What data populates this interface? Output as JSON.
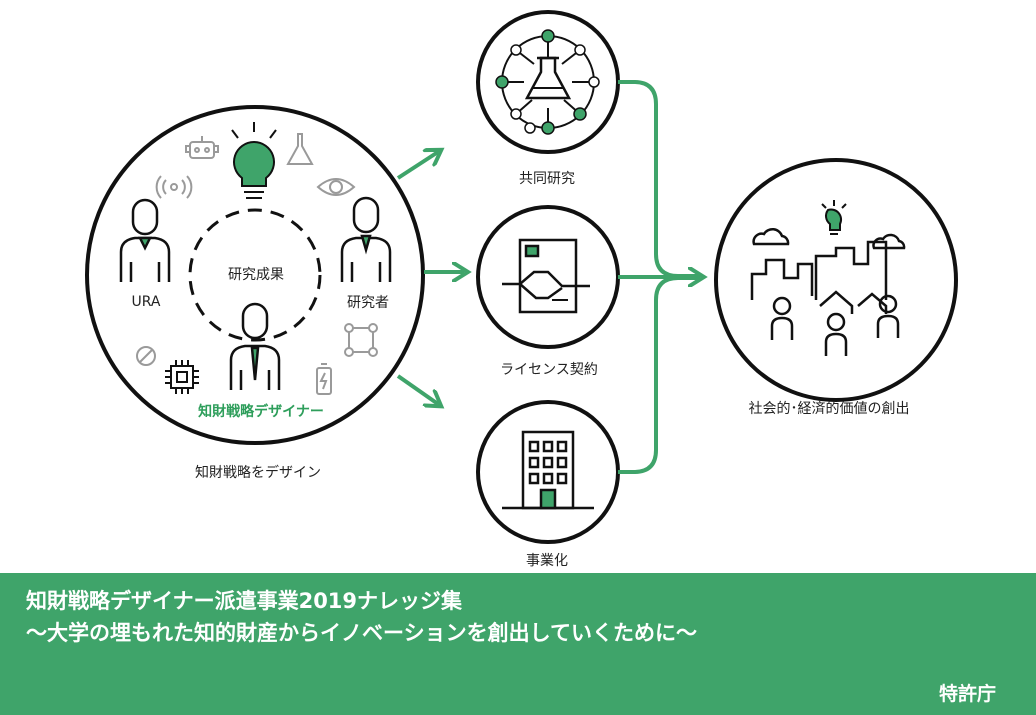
{
  "colors": {
    "accent": "#3fa46a",
    "line": "#111111",
    "gray": "#9a9a9a"
  },
  "diagram": {
    "left_circle": {
      "inner_label": "研究成果",
      "ura_label": "URA",
      "researcher_label": "研究者",
      "designer_label": "知財戦略デザイナー",
      "caption": "知財戦略をデザイン"
    },
    "middle": [
      {
        "label": "共同研究",
        "icon": "flask-network-icon"
      },
      {
        "label": "ライセンス契約",
        "icon": "handshake-contract-icon"
      },
      {
        "label": "事業化",
        "icon": "building-icon"
      }
    ],
    "right_circle": {
      "label": "社会的･経済的価値の創出",
      "icon": "city-people-icon"
    }
  },
  "banner": {
    "title_line1": "知財戦略デザイナー派遣事業2019ナレッジ集",
    "title_line2": "～大学の埋もれた知的財産からイノベーションを創出していくために～",
    "org": "特許庁"
  }
}
